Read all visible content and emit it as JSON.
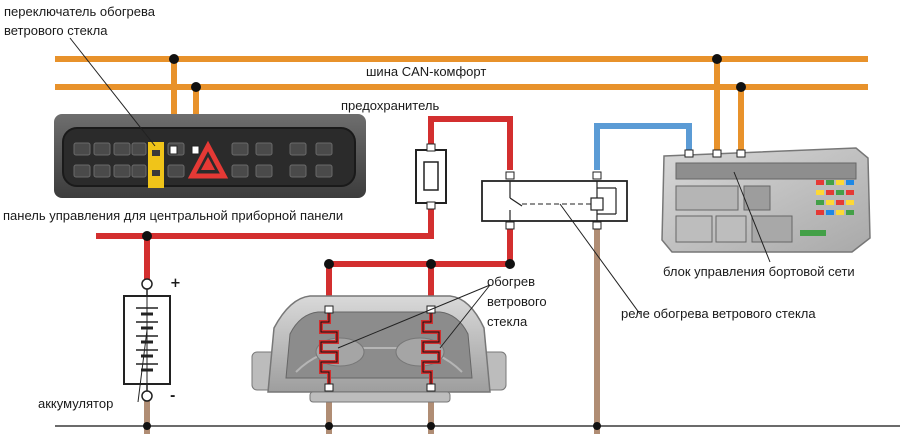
{
  "labels": {
    "switch_line1": "переключатель обогрева",
    "switch_line2": "ветрового стекла",
    "can_bus": "шина CAN-комфорт",
    "fuse": "предохранитель",
    "control_panel": "панель управления для центральной приборной панели",
    "heating_line1": "обогрев",
    "heating_line2": "ветрового",
    "heating_line3": "стекла",
    "body_control_unit": "блок управления бортовой сети",
    "relay": "реле обогрева ветрового стекла",
    "battery": "аккумулятор",
    "plus": "+",
    "minus": "-"
  },
  "colors": {
    "can_bus": "#e8922b",
    "power": "#d32f2f",
    "signal": "#5b9bd5",
    "ground": "#b08d74",
    "junction": "#111111"
  }
}
